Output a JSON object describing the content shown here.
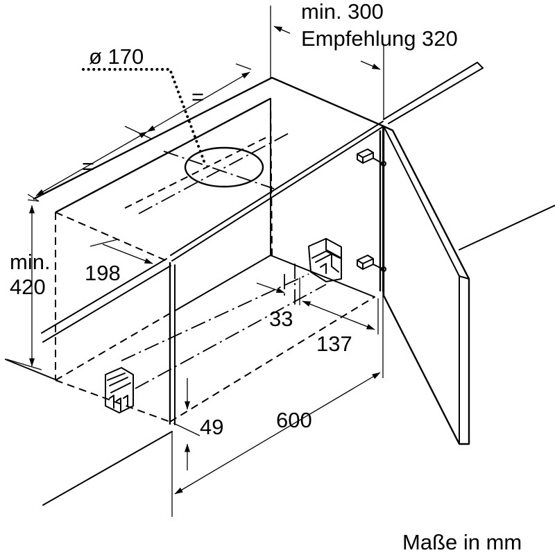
{
  "dimensions": {
    "duct_diameter": "ø 170",
    "wall_clearance_min": "min. 300",
    "wall_clearance_recommended": "Empfehlung 320",
    "equal_left": "=",
    "equal_right": "=",
    "height_min_label": "min.",
    "height_min_value": "420",
    "depth_198": "198",
    "offset_33": "33",
    "offset_137": "137",
    "bottom_49": "49",
    "width_600": "600"
  },
  "units_note": "Maße in mm"
}
